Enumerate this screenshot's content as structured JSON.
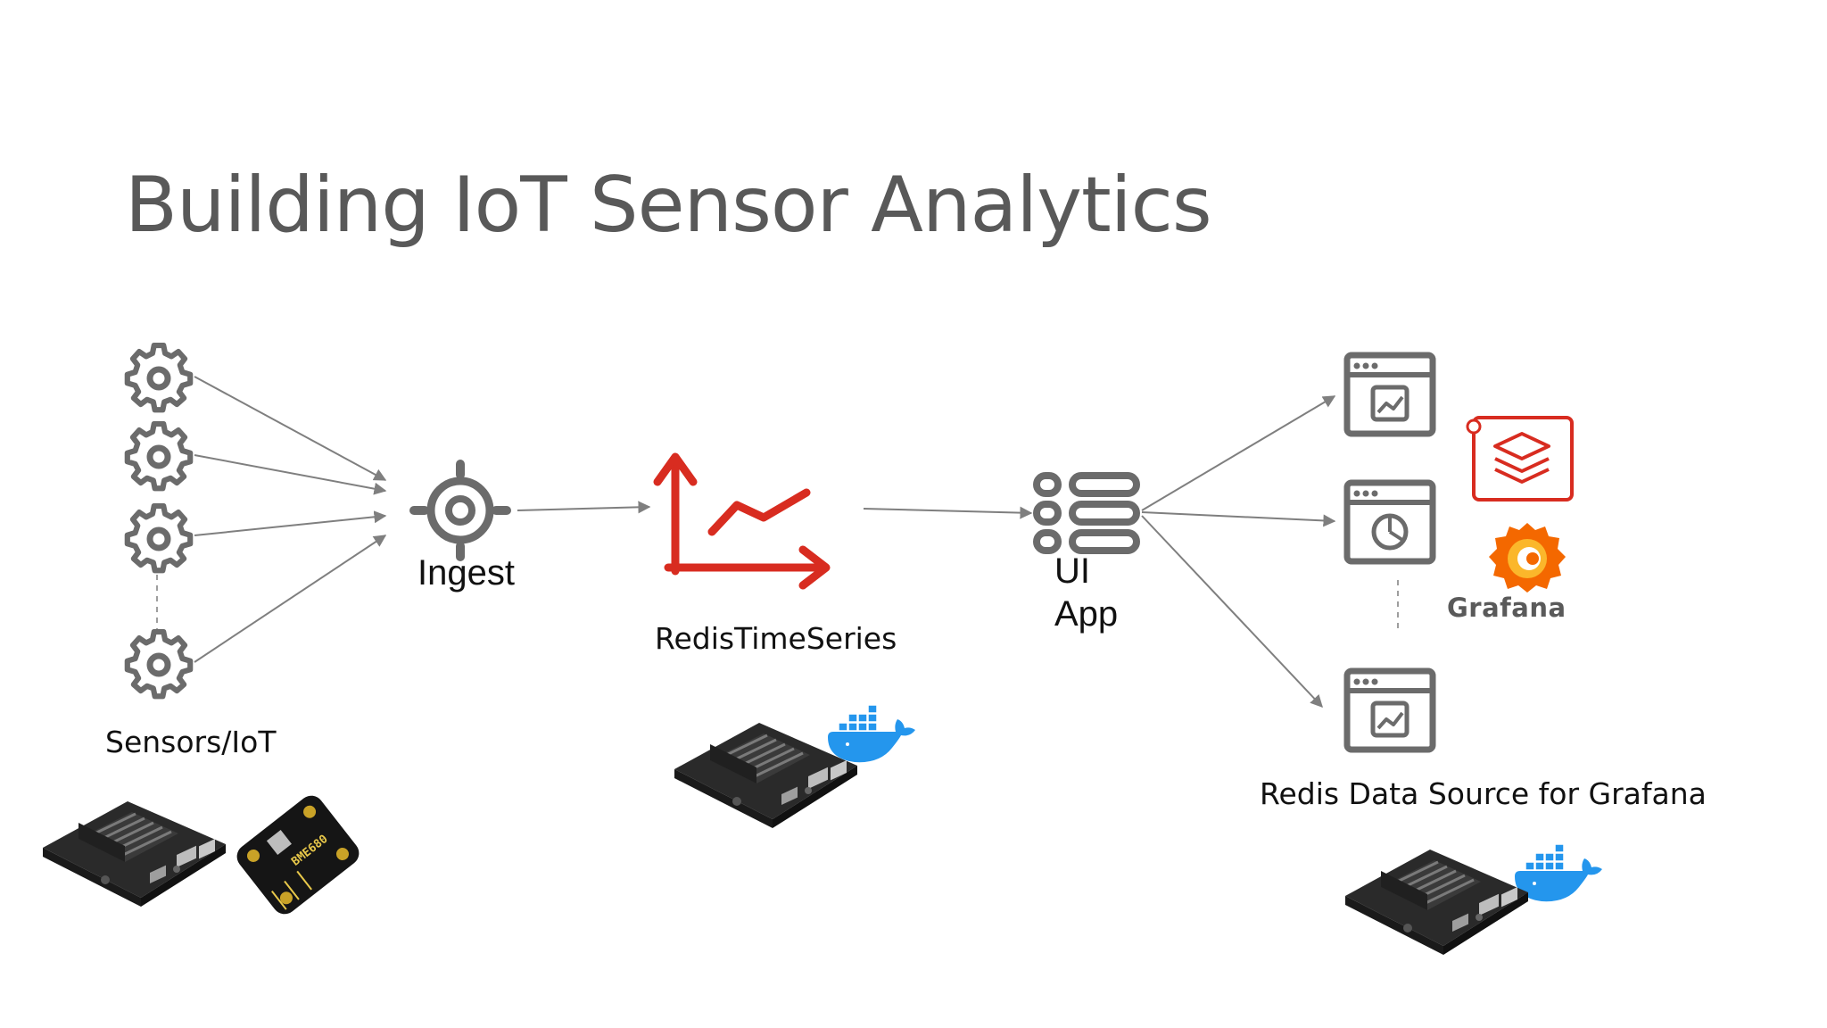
{
  "slide": {
    "title": "Building IoT Sensor Analytics"
  },
  "labels": {
    "sensors": "Sensors/IoT",
    "ingest": "Ingest",
    "timeseries": "RedisTimeSeries",
    "ui_line1": "UI",
    "ui_line2": "App",
    "datasource": "Redis Data Source for Grafana",
    "grafana": "Grafana",
    "sensor_chip": "BME680"
  },
  "colors": {
    "gray_icon": "#6b6b6b",
    "arrow": "#7f7f7f",
    "redis_red": "#d82c20",
    "docker_blue": "#2496ed",
    "grafana_orange": "#f46800",
    "grafana_yellow": "#fbb72b"
  },
  "icons": [
    "gear-icon",
    "target-icon",
    "timeseries-chart-icon",
    "server-list-icon",
    "dashboard-window-icon",
    "redis-stack-logo",
    "grafana-logo",
    "docker-whale-icon",
    "jetson-nano-board",
    "sensor-breakout-board"
  ]
}
